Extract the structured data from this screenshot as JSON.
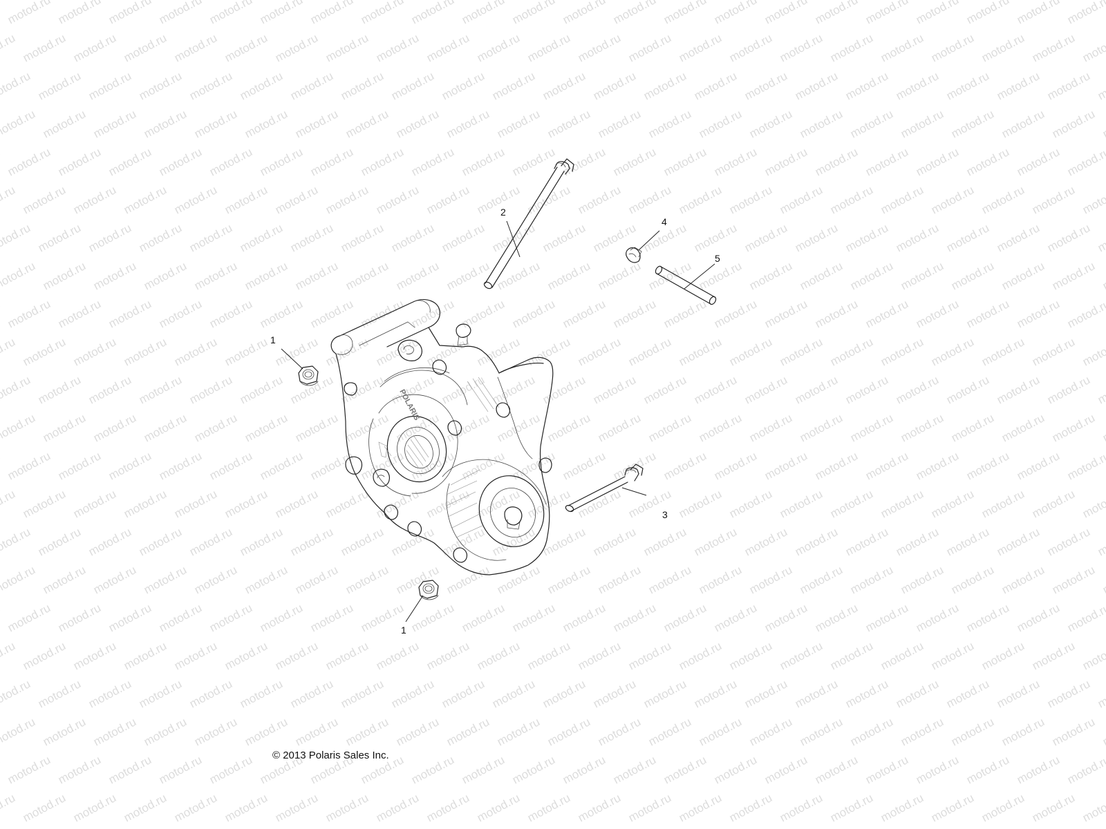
{
  "watermark": {
    "text": "motod.ru",
    "color": "#dcdcdc"
  },
  "callouts": [
    {
      "id": "callout-1a",
      "label": "1"
    },
    {
      "id": "callout-1b",
      "label": "1"
    },
    {
      "id": "callout-2",
      "label": "2"
    },
    {
      "id": "callout-3",
      "label": "3"
    },
    {
      "id": "callout-4",
      "label": "4"
    },
    {
      "id": "callout-5",
      "label": "5"
    }
  ],
  "housing_brand": "POLARIS",
  "copyright": "© 2013 Polaris Sales Inc."
}
